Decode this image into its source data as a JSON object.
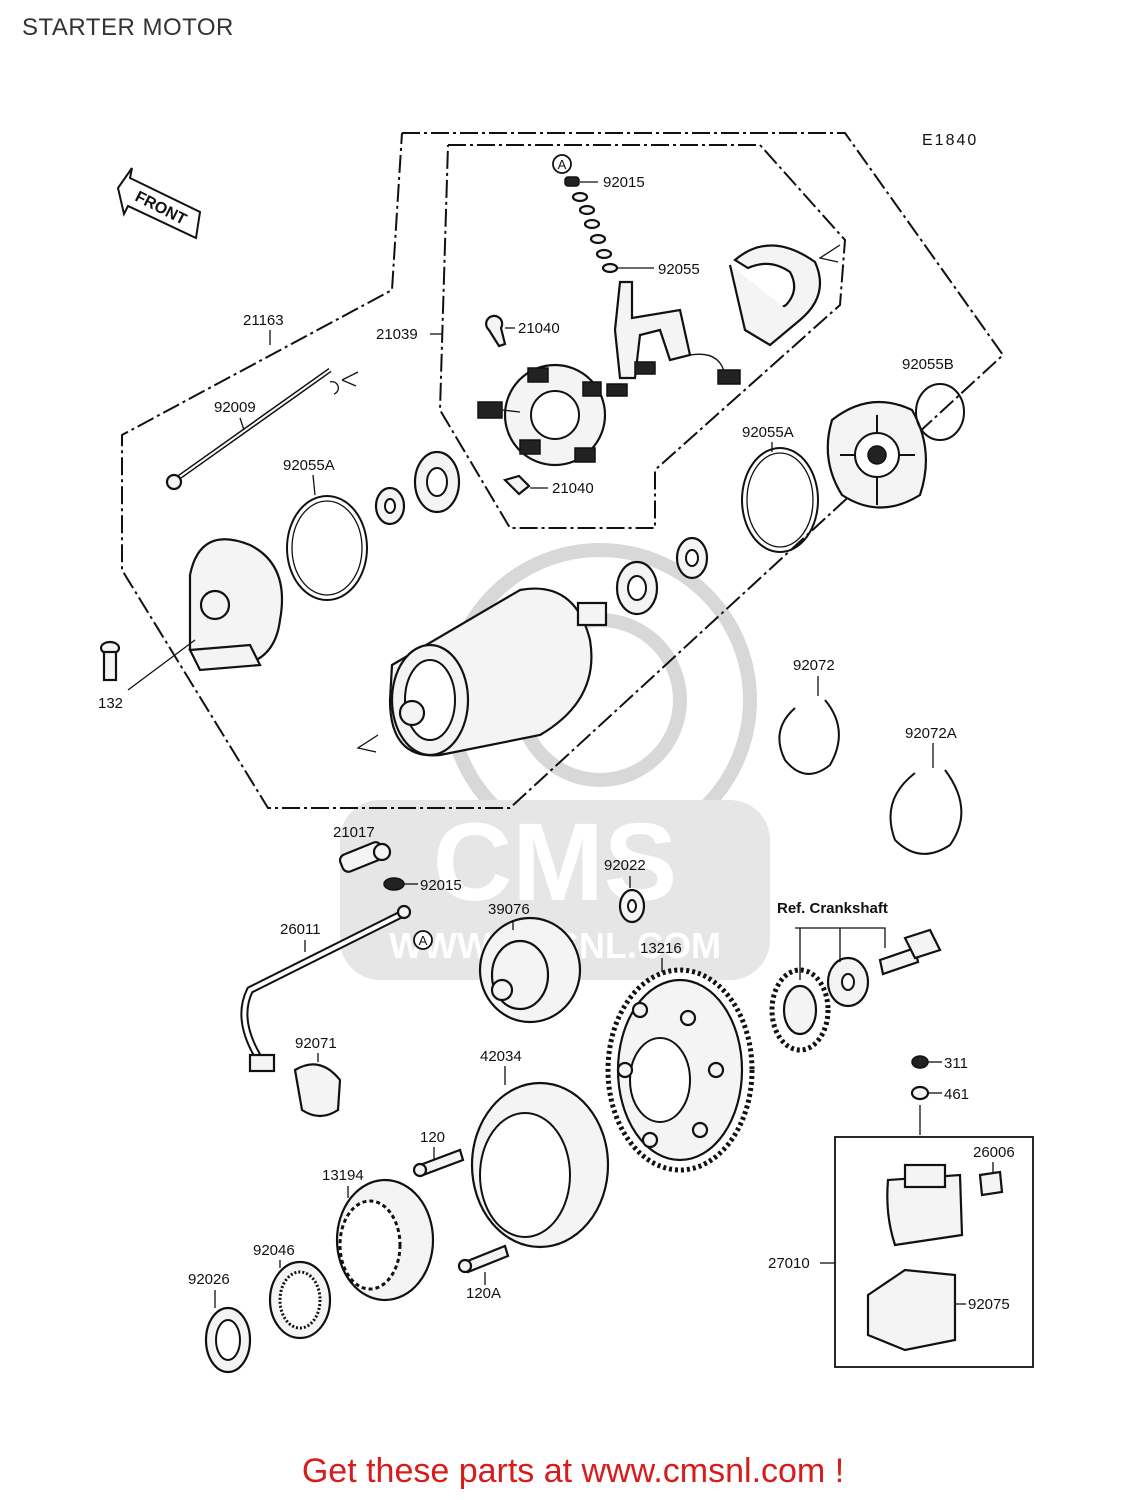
{
  "page": {
    "title": "STARTER MOTOR"
  },
  "diagram": {
    "code": "E1840",
    "front_label": "FRONT",
    "ref_note": "Ref. Crankshaft",
    "circle_marker": "A",
    "watermark": {
      "brand": "CMS",
      "url": "WWW.CMSNL.COM"
    },
    "parts": {
      "p21163": "21163",
      "p21039": "21039",
      "p92015_top": "92015",
      "p92055": "92055",
      "p21040_top": "21040",
      "p21040_bot": "21040",
      "p92055b": "92055B",
      "p92055a_right": "92055A",
      "p92009": "92009",
      "p92055a_left": "92055A",
      "p132": "132",
      "p92072": "92072",
      "p92072a": "92072A",
      "p21017": "21017",
      "p92015_mid": "92015",
      "p92022": "92022",
      "p26011": "26011",
      "p39076": "39076",
      "p13216": "13216",
      "p92071": "92071",
      "p42034": "42034",
      "p311": "311",
      "p461": "461",
      "p120": "120",
      "p26006": "26006",
      "p13194": "13194",
      "p92046": "92046",
      "p27010": "27010",
      "p92026": "92026",
      "p120a": "120A",
      "p92075": "92075"
    }
  },
  "footer": {
    "text": "Get these parts at www.cmsnl.com !",
    "color": "#d81b1b"
  }
}
